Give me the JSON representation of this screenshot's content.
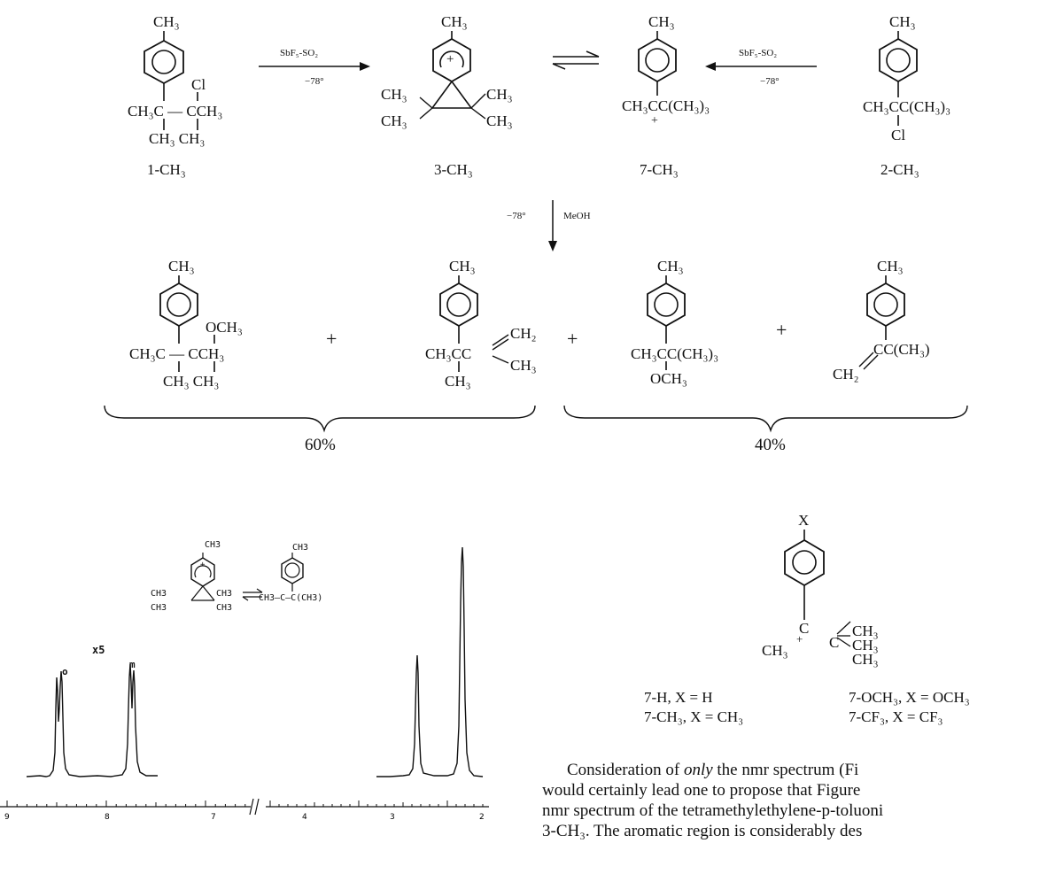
{
  "scheme": {
    "top_structures": {
      "s1": {
        "top": "CH₃",
        "r1": "Cl",
        "r2": "CH₃C — CCH₃",
        "r3": "CH₃ CH₃",
        "label": "1-CH₃"
      },
      "s3": {
        "top": "CH₃",
        "plus": "+",
        "l1": "CH₃",
        "l2": "CH₃",
        "r1": "CH₃",
        "r2": "CH₃",
        "label": "3-CH₃"
      },
      "s7": {
        "top": "CH₃",
        "r1": "CH₃CC(CH₃)₃",
        "plus": "+",
        "label": "7-CH₃"
      },
      "s2": {
        "top": "CH₃",
        "r1": "CH₃CC(CH₃)₃",
        "r2": "Cl",
        "label": "2-CH₃"
      }
    },
    "arrow1": {
      "reagent": "SbF₅-SO₂",
      "temp": "−78°"
    },
    "arrow2": {
      "reagent": "SbF₅-SO₂",
      "temp": "−78°"
    },
    "arrow_down": {
      "temp": "−78°",
      "reagent": "MeOH"
    },
    "products": {
      "p1": {
        "top": "CH₃",
        "r1": "OCH₃",
        "r2": "CH₃C — CCH₃",
        "r3": "CH₃ CH₃"
      },
      "p2": {
        "top": "CH₃",
        "r1": "CH₂",
        "r2": "CH₃CC",
        "r2b": "CH₃",
        "r3": "CH₃"
      },
      "p3": {
        "top": "CH₃",
        "r1": "CH₃CC(CH₃)₃",
        "r2": "OCH₃"
      },
      "p4": {
        "top": "CH₃",
        "r1": "CC(CH₃)",
        "r2": "CH₂"
      },
      "plus": "+",
      "group1_pct": "60%",
      "group2_pct": "40%"
    }
  },
  "figure": {
    "inset": {
      "top1": "CH3",
      "top2": "CH3",
      "l1": "CH3",
      "l2": "CH3",
      "r1": "CH3",
      "r2": "CH3",
      "plus": "+",
      "right": "CH3—C—C(CH3)"
    },
    "label_x5": "x5",
    "label_o": "o",
    "label_m": "m",
    "ticks": [
      "9",
      "8",
      "7",
      "4",
      "3",
      "2"
    ]
  },
  "derivatives": {
    "x": "X",
    "c1": "C",
    "plus": "+",
    "ch3_left": "CH₃",
    "c2": "C",
    "m1": "CH₃",
    "m2": "CH₃",
    "m3": "CH₃",
    "items": [
      "7-H, X = H",
      "7-OCH₃, X = OCH₃",
      "7-CH₃, X = CH₃",
      "7-CF₃, X = CF₃"
    ]
  },
  "paragraph": {
    "lines": [
      "Consideration of only the nmr spectrum (Fi",
      "would certainly lead one to propose that Figure",
      "nmr spectrum of the tetramethylethylene-p-toluoni",
      "3-CH₃.   The aromatic region is considerably des"
    ]
  }
}
